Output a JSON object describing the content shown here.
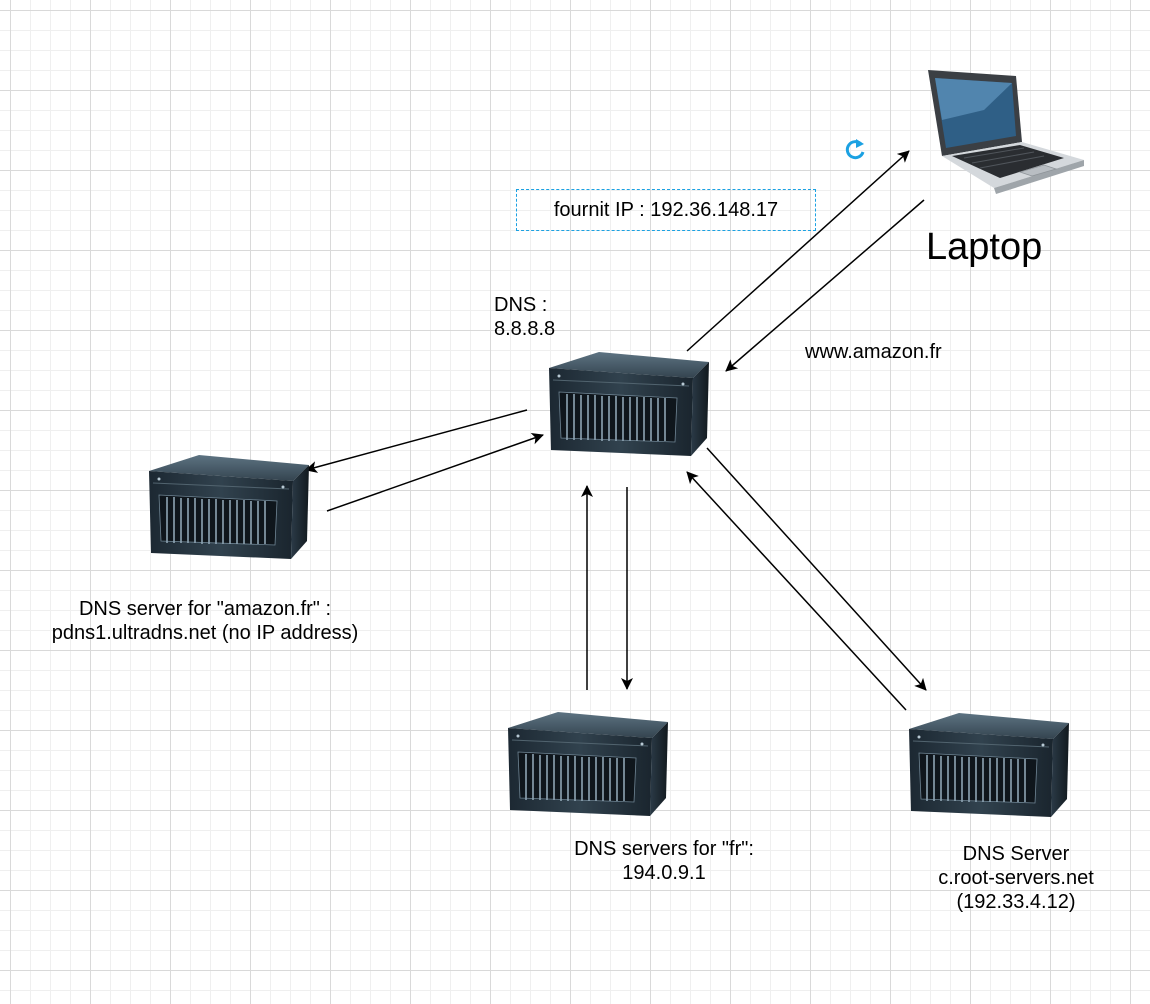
{
  "nodes": {
    "dns_main": {
      "line1": "DNS :",
      "line2": "8.8.8.8",
      "icon": "server-icon"
    },
    "amazon_dns": {
      "line1": "DNS server for \"amazon.fr\" :",
      "line2": "pdns1.ultradns.net (no IP address)",
      "icon": "server-icon"
    },
    "fr_dns": {
      "line1": "DNS servers for \"fr\":",
      "line2": "194.0.9.1",
      "icon": "server-icon"
    },
    "root_dns": {
      "line1": "DNS Server",
      "line2": "c.root-servers.net",
      "line3": "(192.33.4.12)",
      "icon": "server-icon"
    },
    "laptop": {
      "label": "Laptop",
      "icon": "laptop-icon"
    }
  },
  "edges": {
    "query_label": "www.amazon.fr",
    "response_label": "fournit IP : 192.36.148.17"
  },
  "colors": {
    "accent": "#1ba1e2",
    "arrow": "#000000",
    "server_body": "#2a3a45"
  },
  "icons": [
    "server-icon",
    "laptop-icon",
    "refresh-icon"
  ]
}
